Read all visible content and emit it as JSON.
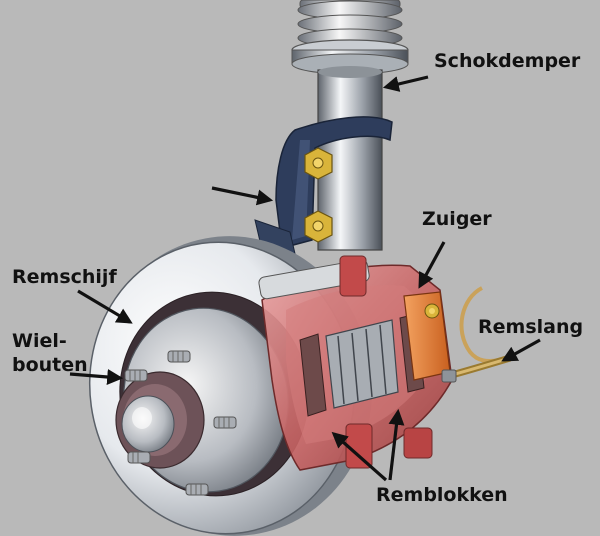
{
  "labels": {
    "schokdemper": "Schokdemper",
    "zuiger": "Zuiger",
    "remschijf": "Remschijf",
    "wiel_line1": "Wiel-",
    "wiel_line2": "bouten",
    "remslang": "Remslang",
    "remblokken": "Remblokken"
  },
  "colors": {
    "background": "#b9b9b9",
    "caliper": "#c85a5a",
    "caliper_light": "#e59a9a",
    "piston": "#e8823c",
    "metal_light": "#f2f4f6",
    "metal_dark": "#5a6068",
    "bracket": "#2e3d5c",
    "bolt": "#d9b43a",
    "hose": "#caa25a",
    "arrow": "#111111"
  }
}
